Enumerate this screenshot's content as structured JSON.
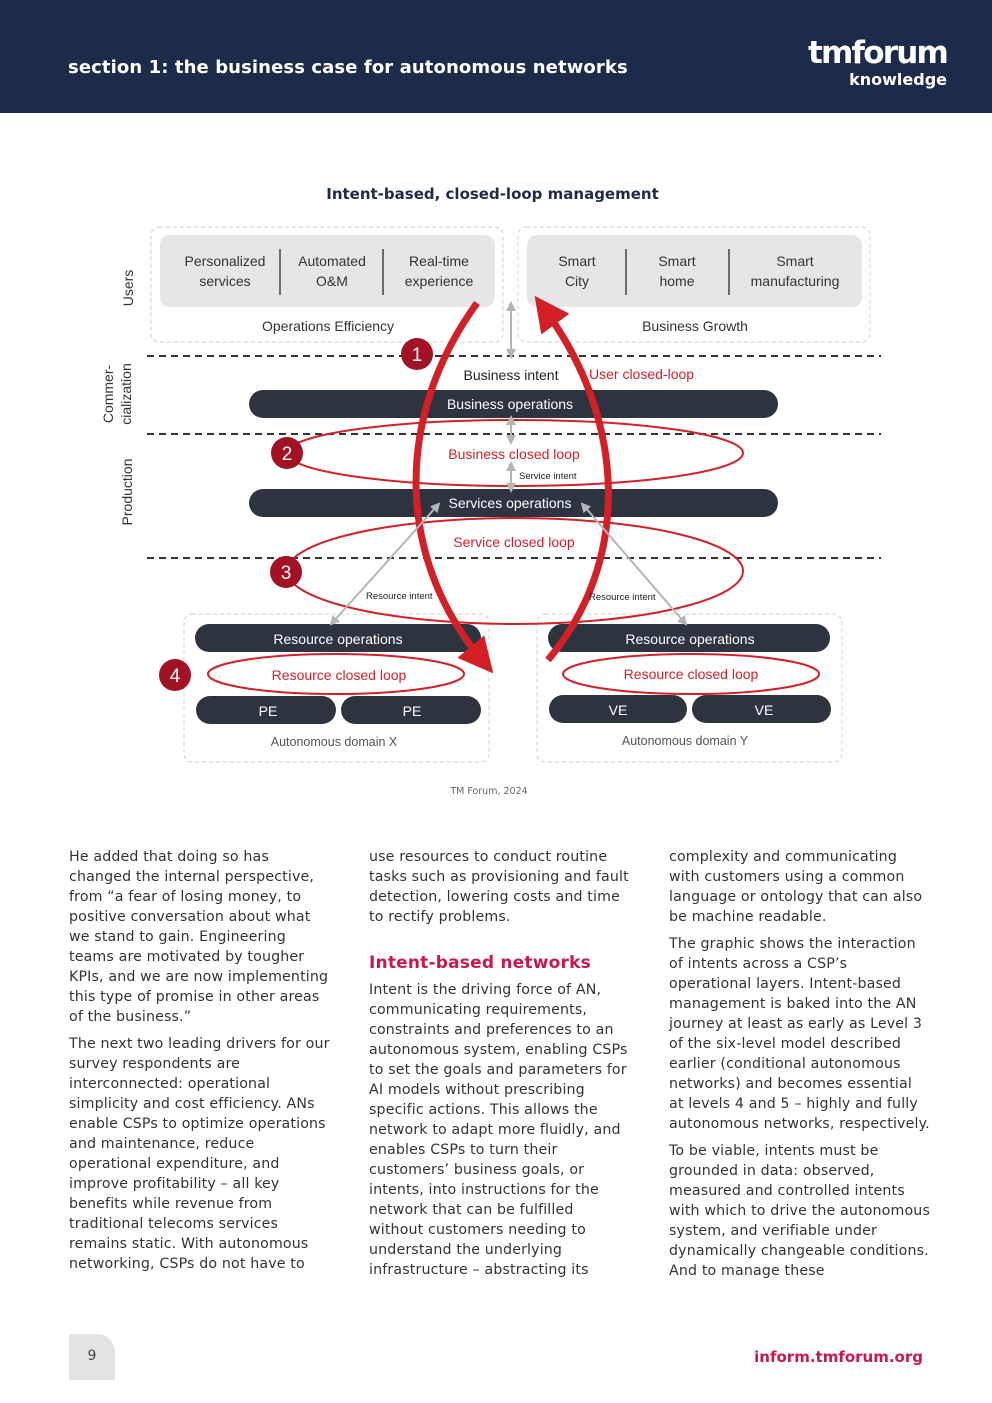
{
  "header": {
    "title": "section 1: the business case for autonomous networks",
    "logo_main": "tmforum",
    "logo_sub": "knowledge"
  },
  "figure": {
    "title": "Intent-based, closed-loop management",
    "caption": "TM Forum, 2024",
    "side_labels": {
      "users": "Users",
      "commercialization_line1": "Commer-",
      "commercialization_line2": "cialization",
      "production": "Production"
    },
    "left_users": [
      {
        "line1": "Personalized",
        "line2": "services"
      },
      {
        "line1": "Automated",
        "line2": "O&M"
      },
      {
        "line1": "Real-time",
        "line2": "experience"
      }
    ],
    "left_users_label": "Operations Efficiency",
    "right_users": [
      {
        "line1": "Smart",
        "line2": "City"
      },
      {
        "line1": "Smart",
        "line2": "home"
      },
      {
        "line1": "Smart",
        "line2": "manufacturing"
      }
    ],
    "right_users_label": "Business Growth",
    "business_intent": "Business intent",
    "user_closed_loop": "User closed-loop",
    "business_operations": "Business operations",
    "business_closed_loop": "Business closed loop",
    "service_intent": "Service intent",
    "services_operations": "Services operations",
    "service_closed_loop": "Service closed loop",
    "resource_intent_left": "Resource intent",
    "resource_intent_right": "Resource intent",
    "resource_operations_left": "Resource operations",
    "resource_operations_right": "Resource  operations",
    "resource_closed_loop_left": "Resource closed loop",
    "resource_closed_loop_right": "Resource closed loop",
    "pe1": "PE",
    "pe2": "PE",
    "ve1": "VE",
    "ve2": "VE",
    "domain_x": "Autonomous domain X",
    "domain_y": "Autonomous domain Y",
    "markers": [
      "1",
      "2",
      "3",
      "4"
    ]
  },
  "body": {
    "col1": [
      "He added that doing so has changed the internal perspective, from “a fear of losing money, to positive conversation about what we stand to gain. Engineering teams are motivated by tougher KPIs, and we are now implementing this type of promise in other areas of the business.”",
      "The next two leading drivers for our survey respondents are interconnected: operational simplicity and cost efficiency. ANs enable CSPs to optimize operations and maintenance, reduce operational expenditure, and improve profitability – all key benefits while revenue from traditional telecoms services remains static. With autonomous networking, CSPs do not have to"
    ],
    "col2_p1": "use resources to conduct routine tasks such as provisioning and fault detection, lowering costs and time to rectify problems.",
    "col2_heading": "Intent-based networks",
    "col2_p2": "Intent is the driving force of AN, communicating requirements, constraints and preferences to an autonomous system, enabling CSPs to set the goals and parameters for AI models without prescribing specific actions. This allows the network to adapt more fluidly, and enables CSPs to turn their customers’ business goals, or intents, into instructions for the network that can be fulfilled without customers needing to understand the underlying infrastructure – abstracting its",
    "col3": [
      "complexity and communicating with customers using a common language or ontology that can also be machine readable.",
      "The graphic shows the interaction of intents across a CSP’s operational layers. Intent-based management is baked into the AN journey at least as early as Level 3 of the six-level model described earlier (conditional autonomous networks) and becomes essential at levels 4 and 5 – highly and fully autonomous networks, respectively.",
      "To be viable, intents must be grounded in data: observed, measured and controlled intents with which to drive the autonomous system, and verifiable under dynamically changeable conditions. And to manage these"
    ]
  },
  "footer": {
    "page_number": "9",
    "link": "inform.tmforum.org"
  },
  "colors": {
    "navy": "#1c2b4a",
    "accent": "#c8194f",
    "loop_red": "#d32027",
    "bar_dark": "#2d3440"
  }
}
